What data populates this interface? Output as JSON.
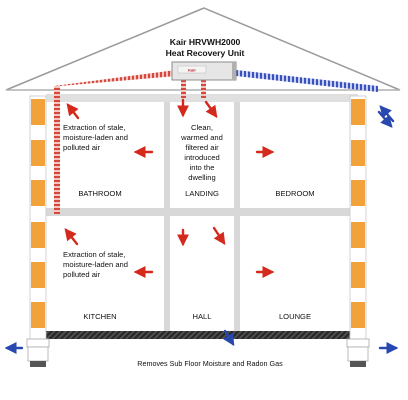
{
  "title": {
    "line1": "Kair HRVWH2000",
    "line2": "Heat Recovery Unit"
  },
  "unit_tag": "Kair",
  "rooms": {
    "bathroom": "BATHROOM",
    "landing": "LANDING",
    "bedroom": "BEDROOM",
    "kitchen": "KITCHEN",
    "hall": "HALL",
    "lounge": "LOUNGE"
  },
  "notes": {
    "extraction_upper": [
      "Extraction of stale,",
      "moisture-laden and",
      "polluted air"
    ],
    "extraction_lower": [
      "Extraction of stale,",
      "moisture-laden and",
      "polluted air"
    ],
    "supply": [
      "Clean,",
      "warmed and",
      "filtered air",
      "introduced",
      "into the",
      "dwelling"
    ]
  },
  "caption": "Removes Sub Floor Moisture and Radon Gas",
  "colors": {
    "extract_arrow": "#d42a1e",
    "fresh_arrow": "#2848b0",
    "wall_orange": "#f2a23a",
    "partition": "#d8d8d8",
    "roof_line": "#9a9a9a",
    "subfloor": "#333333"
  }
}
